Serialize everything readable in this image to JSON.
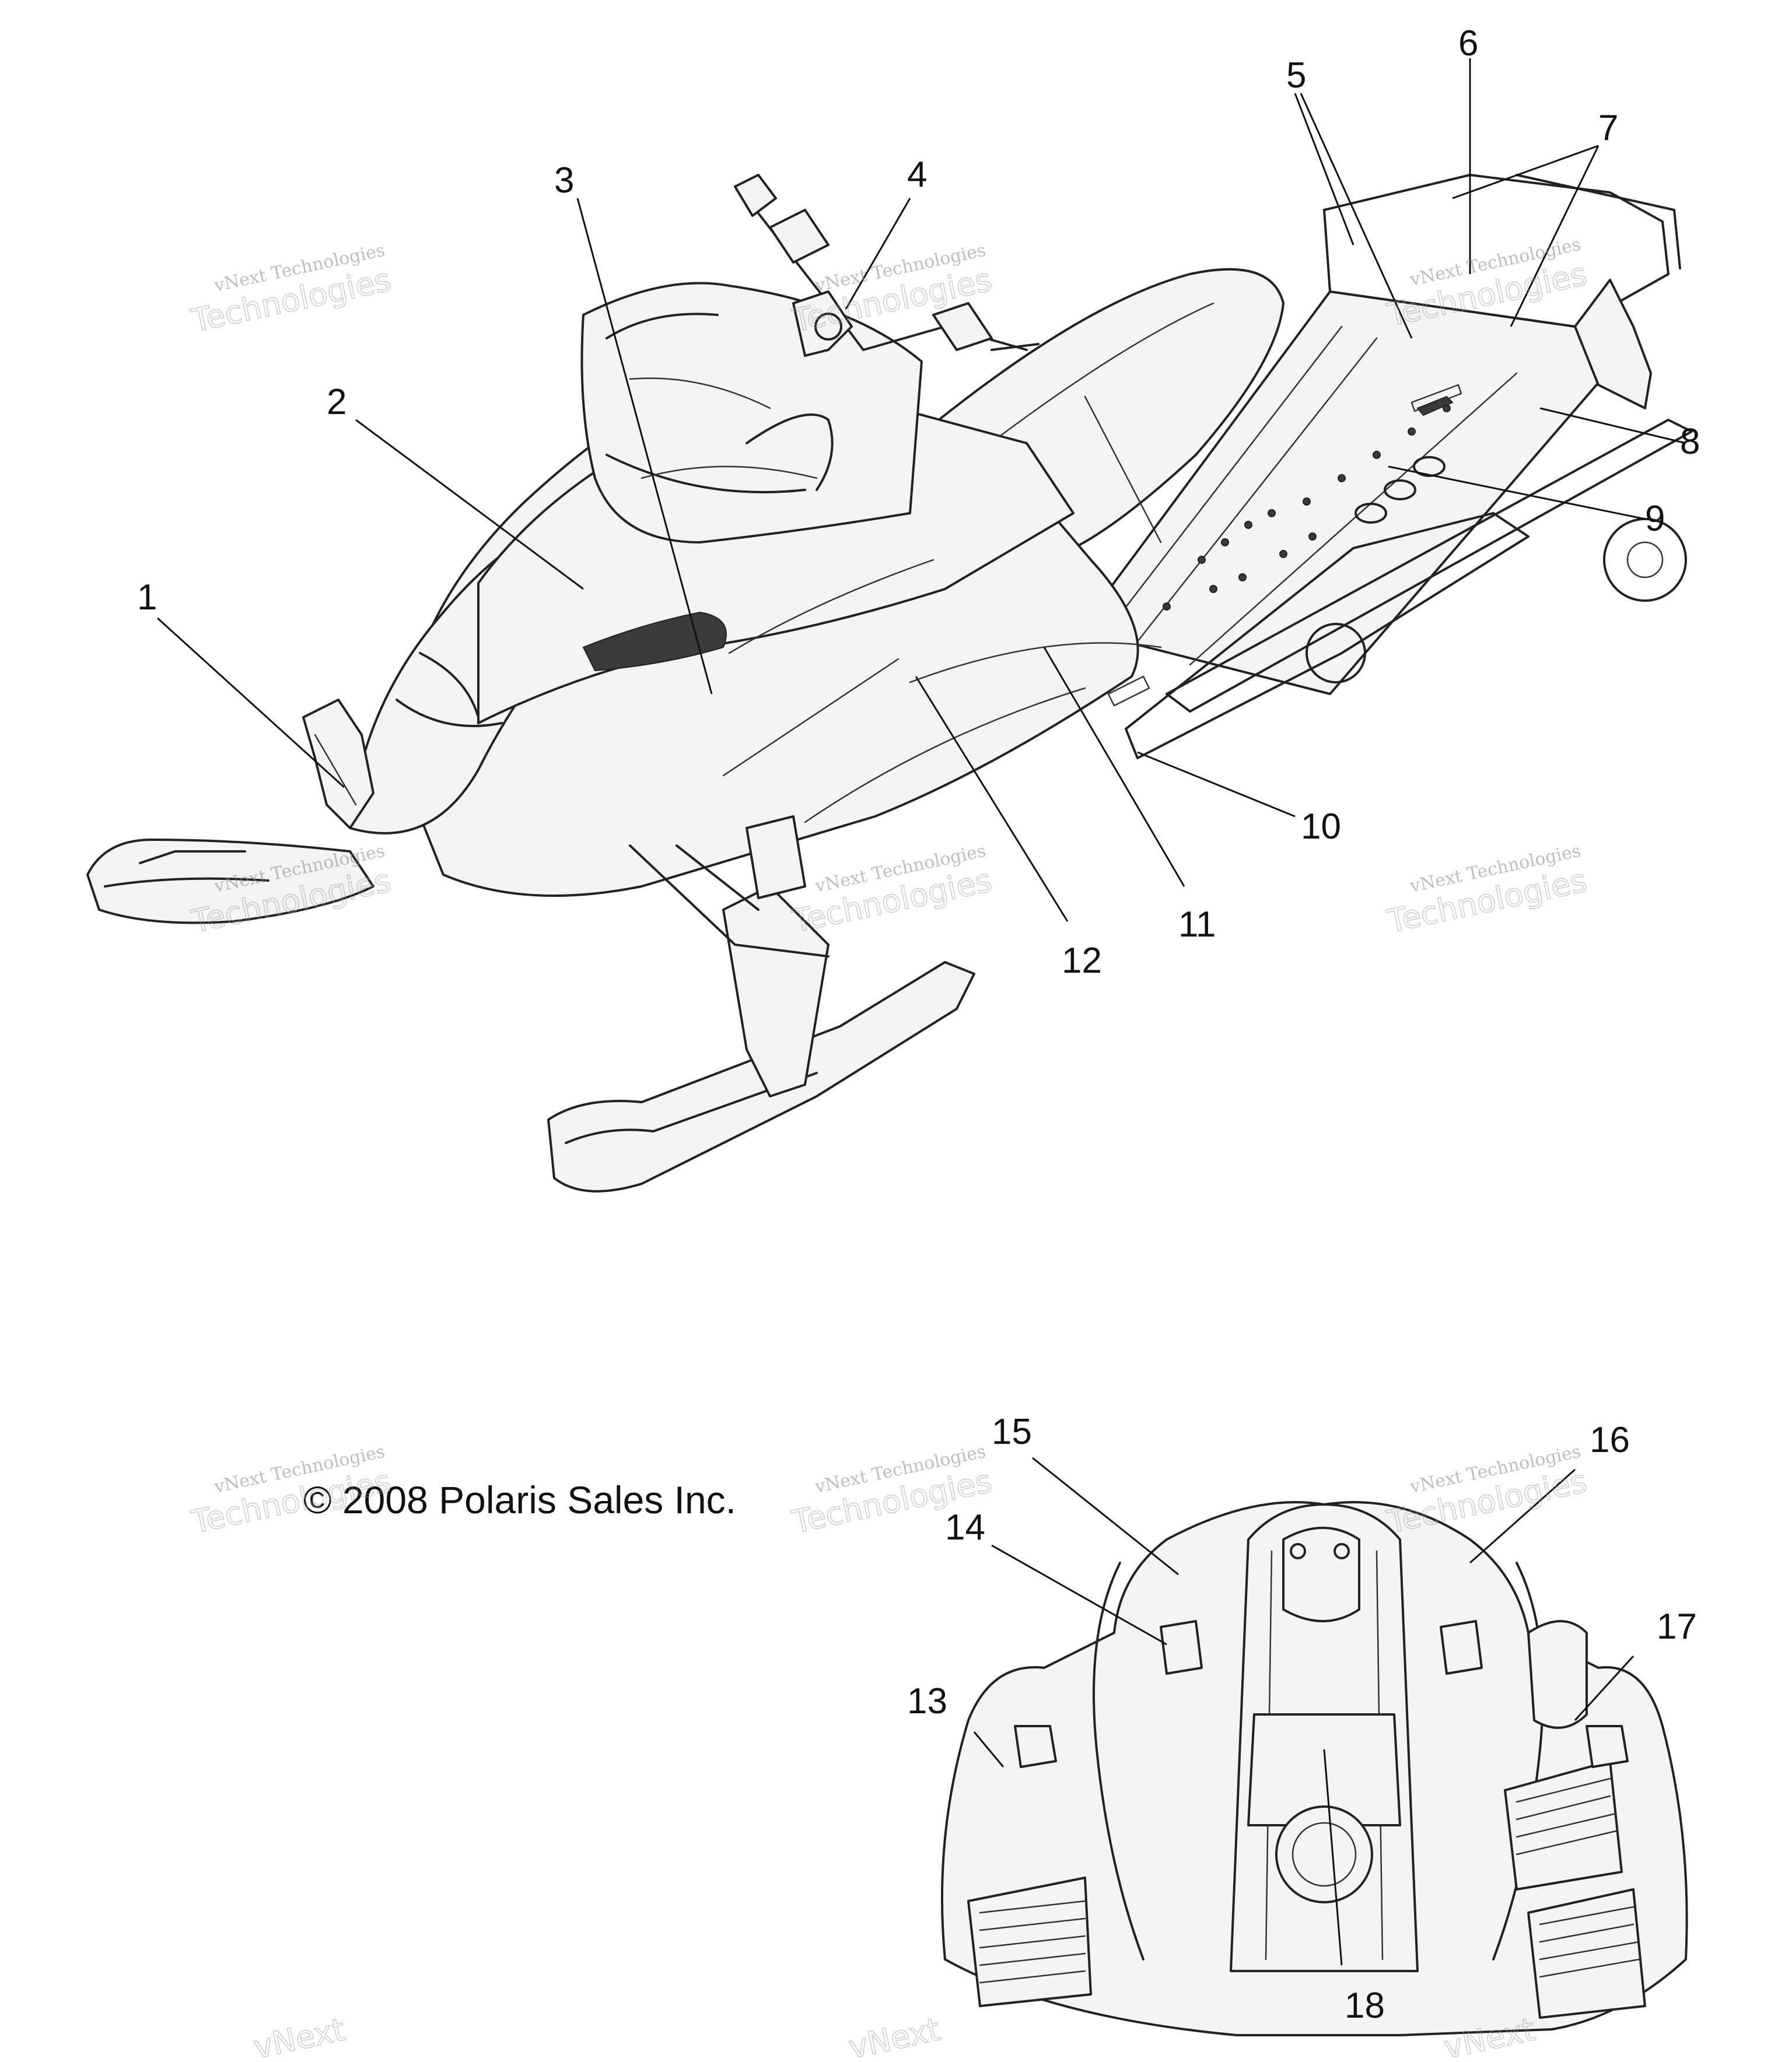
{
  "copyright": "© 2008 Polaris Sales Inc.",
  "callouts": [
    "1",
    "2",
    "3",
    "4",
    "5",
    "6",
    "7",
    "8",
    "9",
    "10",
    "11",
    "12",
    "13",
    "14",
    "15",
    "16",
    "17",
    "18"
  ],
  "watermark": {
    "line1": "vNext Technologies",
    "line2": "Technologies",
    "line3": "vNext"
  }
}
